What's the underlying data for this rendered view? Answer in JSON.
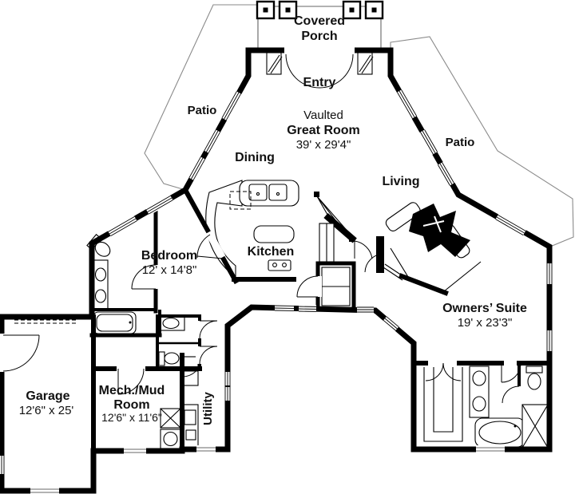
{
  "rooms": {
    "covered_porch": {
      "line1": "Covered",
      "line2": "Porch"
    },
    "entry": {
      "label": "Entry"
    },
    "patio_left": {
      "label": "Patio"
    },
    "great_room": {
      "prefix": "Vaulted",
      "label": "Great Room",
      "dims": "39' x 29'4\""
    },
    "dining": {
      "label": "Dining"
    },
    "living": {
      "label": "Living"
    },
    "patio_right": {
      "label": "Patio"
    },
    "kitchen": {
      "label": "Kitchen"
    },
    "bedroom": {
      "label": "Bedroom",
      "dims": "12' x 14'8\""
    },
    "owners_suite": {
      "label": "Owners’ Suite",
      "dims": "19' x 23'3\""
    },
    "garage": {
      "label": "Garage",
      "dims": "12'6\" x 25'"
    },
    "mech_mud": {
      "line1": "Mech./Mud",
      "line2": "Room",
      "dims": "12'6\" x 11'6\""
    },
    "utility": {
      "label": "Utility"
    }
  },
  "colors": {
    "wall": "#000000",
    "patio_outline": "#8a8a8a",
    "background": "#ffffff",
    "text": "#111111"
  }
}
